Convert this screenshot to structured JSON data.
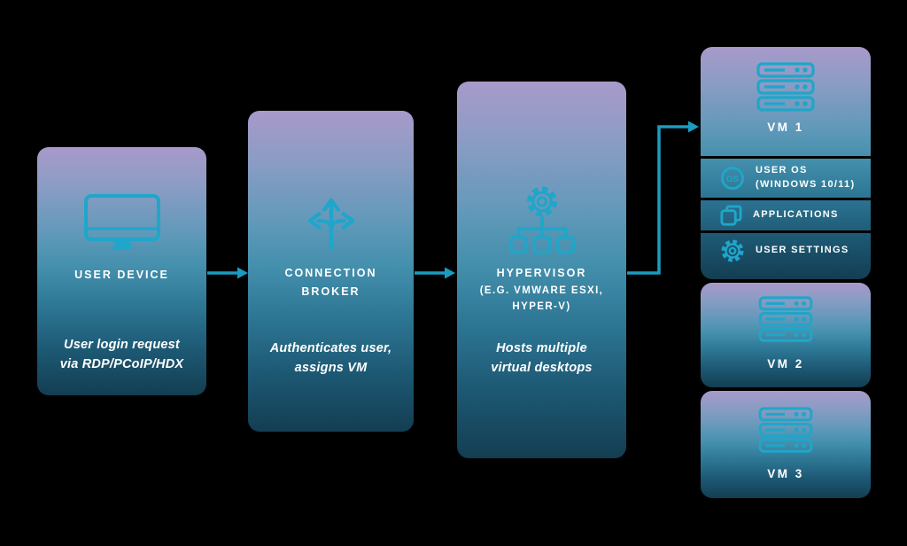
{
  "diagram": {
    "background": "#000000",
    "accent_color": "#1fa6ca",
    "arrow_color": "#1a9cc0",
    "text_color": "#ffffff",
    "card_gradient": [
      "#a89aca",
      "#8a9cc4",
      "#6399ba",
      "#4490ad",
      "#2d7795",
      "#1d5873",
      "#133e52"
    ],
    "nodes": {
      "user_device": {
        "icon": "monitor-icon",
        "title": "USER DEVICE",
        "description": "User login request\nvia RDP/PCoIP/HDX"
      },
      "connection_broker": {
        "icon": "branch-arrows-icon",
        "title": "CONNECTION\nBROKER",
        "description": "Authenticates user,\nassigns VM"
      },
      "hypervisor": {
        "icon": "gear-network-icon",
        "title": "HYPERVISOR",
        "subtitle": "(E.G. VMWARE ESXI,\nHYPER-V)",
        "description": "Hosts multiple\nvirtual desktops"
      },
      "vms": [
        {
          "icon": "server-stack-icon",
          "title": "VM 1",
          "components": [
            {
              "icon": "os-badge-icon",
              "badge_text": "OS",
              "label": "USER OS\n(WINDOWS 10/11)"
            },
            {
              "icon": "window-copy-icon",
              "label": "APPLICATIONS"
            },
            {
              "icon": "gear-icon",
              "label": "USER SETTINGS"
            }
          ]
        },
        {
          "icon": "server-stack-icon",
          "title": "VM 2"
        },
        {
          "icon": "server-stack-icon",
          "title": "VM 3"
        }
      ]
    },
    "connections": [
      {
        "from": "user_device",
        "to": "connection_broker"
      },
      {
        "from": "connection_broker",
        "to": "hypervisor"
      },
      {
        "from": "hypervisor",
        "to": "vm1"
      }
    ]
  }
}
